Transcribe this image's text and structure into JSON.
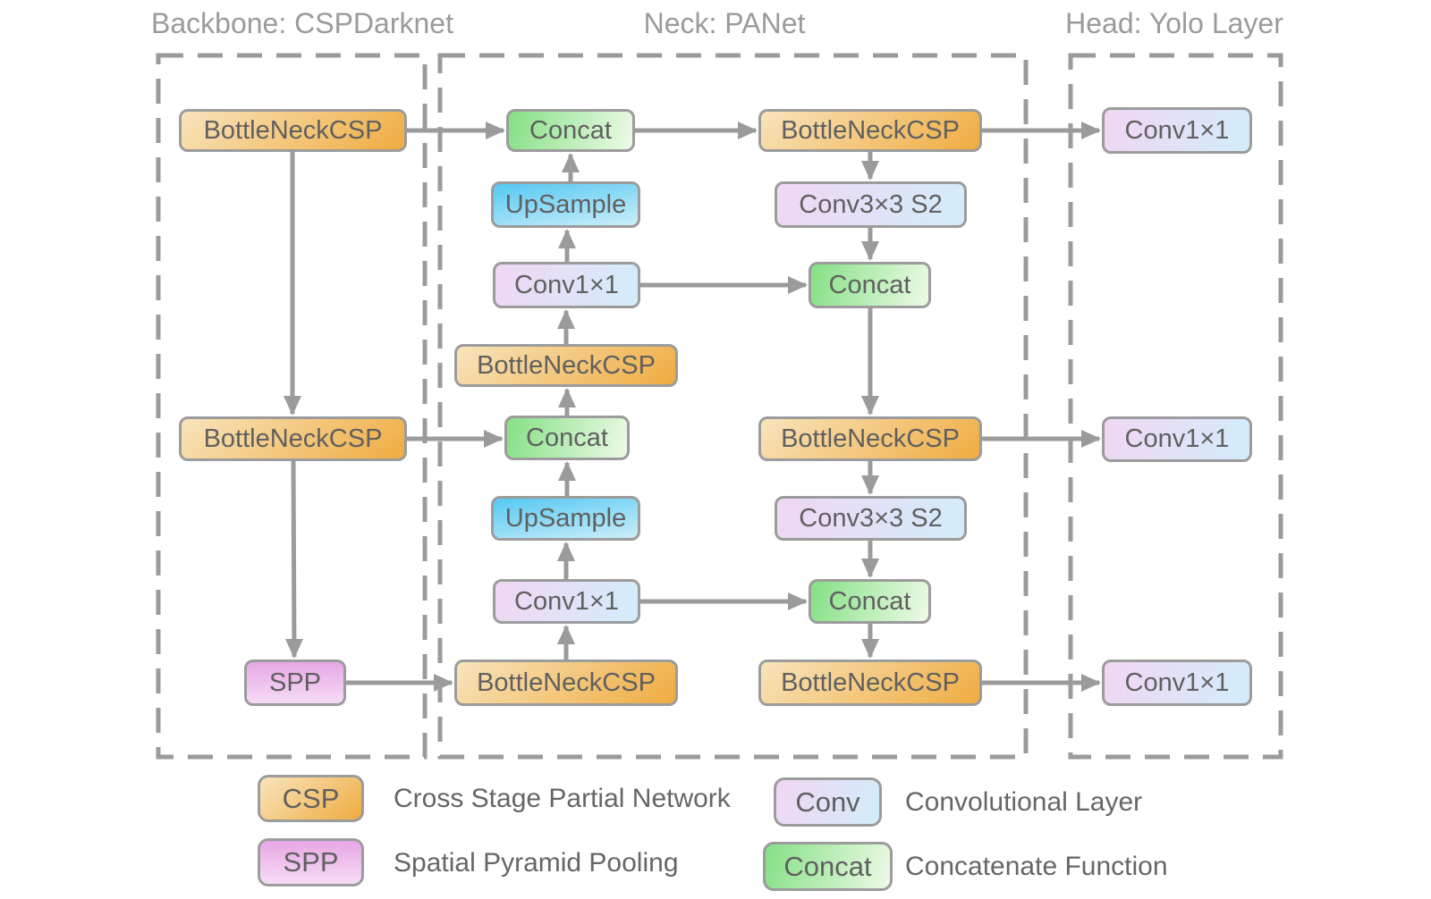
{
  "colors": {
    "line": "#9b9b9b",
    "box-border": "#9c9c9c",
    "text": "#606060",
    "title": "#9b9b9b",
    "csp-from": "#f8e4bc",
    "csp-to": "#efac40",
    "concat-from": "#85e085",
    "concat-to": "#eefae7",
    "conv-from": "#f0d7f3",
    "conv-to": "#d3edfa",
    "upsample-from": "#55c8f3",
    "upsample-to": "#cbeef9",
    "spp-from": "#e8a7e5",
    "spp-to": "#f5dcf6"
  },
  "sections": {
    "backbone": {
      "title": "Backbone: CSPDarknet"
    },
    "neck": {
      "title": "Neck: PANet"
    },
    "head": {
      "title": "Head: Yolo Layer"
    }
  },
  "nodes": [
    {
      "id": "bottleneckcsp-backbone-top",
      "label": "BottleNeckCSP",
      "kind": "csp"
    },
    {
      "id": "bottleneckcsp-backbone-mid",
      "label": "BottleNeckCSP",
      "kind": "csp"
    },
    {
      "id": "spp-backbone",
      "label": "SPP",
      "kind": "spp"
    },
    {
      "id": "concat-neck-top",
      "label": "Concat",
      "kind": "concat"
    },
    {
      "id": "upsample-neck-top",
      "label": "UpSample",
      "kind": "upsample"
    },
    {
      "id": "conv1x1-neck-top",
      "label": "Conv1×1",
      "kind": "conv"
    },
    {
      "id": "bottleneckcsp-neck-left",
      "label": "BottleNeckCSP",
      "kind": "csp"
    },
    {
      "id": "concat-neck-mid",
      "label": "Concat",
      "kind": "concat"
    },
    {
      "id": "upsample-neck-bottom",
      "label": "UpSample",
      "kind": "upsample"
    },
    {
      "id": "conv1x1-neck-bottom",
      "label": "Conv1×1",
      "kind": "conv"
    },
    {
      "id": "bottleneckcsp-neck-bottom-left",
      "label": "BottleNeckCSP",
      "kind": "csp"
    },
    {
      "id": "bottleneckcsp-neck-right-top",
      "label": "BottleNeckCSP",
      "kind": "csp"
    },
    {
      "id": "conv3x3s2-top",
      "label": "Conv3×3 S2",
      "kind": "conv"
    },
    {
      "id": "concat-right-top",
      "label": "Concat",
      "kind": "concat"
    },
    {
      "id": "bottleneckcsp-neck-right-mid",
      "label": "BottleNeckCSP",
      "kind": "csp"
    },
    {
      "id": "conv3x3s2-bottom",
      "label": "Conv3×3 S2",
      "kind": "conv"
    },
    {
      "id": "concat-right-bottom",
      "label": "Concat",
      "kind": "concat"
    },
    {
      "id": "bottleneckcsp-neck-right-bottom",
      "label": "BottleNeckCSP",
      "kind": "csp"
    },
    {
      "id": "conv1x1-head-top",
      "label": "Conv1×1",
      "kind": "conv"
    },
    {
      "id": "conv1x1-head-mid",
      "label": "Conv1×1",
      "kind": "conv"
    },
    {
      "id": "conv1x1-head-bottom",
      "label": "Conv1×1",
      "kind": "conv"
    }
  ],
  "legend": [
    {
      "key": "CSP",
      "desc": "Cross Stage Partial Network",
      "kind": "csp"
    },
    {
      "key": "SPP",
      "desc": "Spatial Pyramid Pooling",
      "kind": "spp"
    },
    {
      "key": "Conv",
      "desc": "Convolutional Layer",
      "kind": "conv"
    },
    {
      "key": "Concat",
      "desc": "Concatenate Function",
      "kind": "concat"
    }
  ]
}
